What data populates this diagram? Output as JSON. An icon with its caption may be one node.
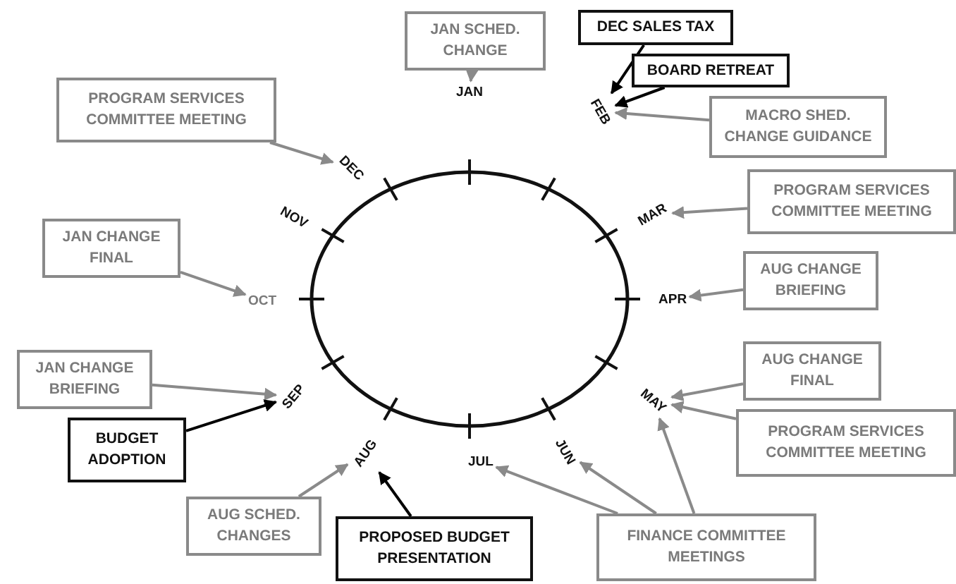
{
  "diagram": {
    "nodes": [
      {
        "text": [
          "JAN SCHED. CHANGE"
        ]
      },
      {
        "text": [
          "DEC SALES TAX"
        ]
      },
      {
        "text": [
          "BOARD RETREAT"
        ]
      },
      {
        "text": [
          "PROGRAM SERVICES COMMITTEE MEETING"
        ]
      },
      {
        "text": [
          "MACRO SHED. CHANGE GUIDANCE"
        ]
      },
      {
        "text": [
          "PROGRAM SERVICES COMMITTEE MEETING"
        ]
      },
      {
        "text": [
          "JAN CHANGE FINAL"
        ]
      },
      {
        "text": [
          "AUG CHANGE BRIEFING"
        ]
      },
      {
        "text": [
          "JAN CHANGE BRIEFING"
        ]
      },
      {
        "text": [
          "AUG CHANGE FINAL"
        ]
      },
      {
        "text": [
          "BUDGET ADOPTION"
        ]
      },
      {
        "text": [
          "PROGRAM SERVICES COMMITTEE MEETING"
        ]
      },
      {
        "text": [
          "AUG SCHED. CHANGES"
        ]
      },
      {
        "text": [
          "PROPOSED BUDGET PRESENTATION"
        ]
      },
      {
        "text": [
          "FINANCE COMMITTEE MEETINGS"
        ]
      },
      {
        "text": [
          "JAN"
        ]
      },
      {
        "text": [
          "FEB"
        ]
      },
      {
        "text": [
          "MAR"
        ]
      },
      {
        "text": [
          "APR"
        ]
      },
      {
        "text": [
          "MAY"
        ]
      },
      {
        "text": [
          "JUN"
        ]
      },
      {
        "text": [
          "JUL"
        ]
      },
      {
        "text": [
          "AUG"
        ]
      },
      {
        "text": [
          "SEP"
        ]
      },
      {
        "text": [
          "OCT"
        ]
      },
      {
        "text": [
          "NOV"
        ]
      },
      {
        "text": [
          "DEC"
        ]
      }
    ],
    "edges": [
      {
        "from": 0,
        "to": 15,
        "arrow": "to"
      },
      {
        "from": 1,
        "to": 16,
        "arrow": "to",
        "color": "#000000"
      },
      {
        "from": 2,
        "to": 16,
        "arrow": "to",
        "color": "#000000"
      },
      {
        "from": 3,
        "to": 26,
        "arrow": "to"
      },
      {
        "from": 4,
        "to": 16,
        "arrow": "to"
      },
      {
        "from": 5,
        "to": 17,
        "arrow": "to"
      },
      {
        "from": 6,
        "to": 24,
        "arrow": "to"
      },
      {
        "from": 7,
        "to": 18,
        "arrow": "to"
      },
      {
        "from": 8,
        "to": 23,
        "arrow": "to"
      },
      {
        "from": 9,
        "to": 19,
        "arrow": "to"
      },
      {
        "from": 10,
        "to": 23,
        "arrow": "to",
        "color": "#000000"
      },
      {
        "from": 11,
        "to": 19,
        "arrow": "to"
      },
      {
        "from": 12,
        "to": 22,
        "arrow": "to"
      },
      {
        "from": 13,
        "to": 22,
        "arrow": "to",
        "color": "#000000"
      },
      {
        "from": 14,
        "to": 21,
        "arrow": "to"
      },
      {
        "from": 14,
        "to": 20,
        "arrow": "to"
      },
      {
        "from": 14,
        "to": 19,
        "arrow": "to"
      }
    ]
  }
}
